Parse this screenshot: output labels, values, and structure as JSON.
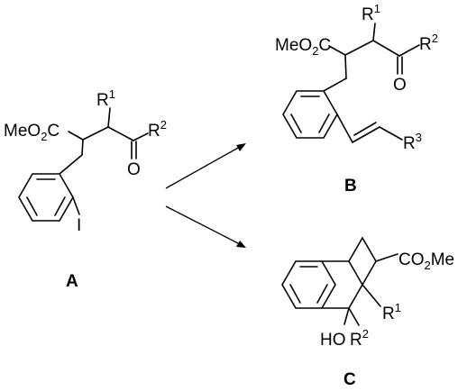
{
  "compounds": {
    "A": {
      "id": "A",
      "ester": "MeO",
      "ester_sub": "2",
      "ester_tail": "C",
      "r1": "R",
      "r1_sup": "1",
      "r2": "R",
      "r2_sup": "2",
      "oxygen": "O",
      "iodine": "I"
    },
    "B": {
      "id": "B",
      "ester": "MeO",
      "ester_sub": "2",
      "ester_tail": "C",
      "r1": "R",
      "r1_sup": "1",
      "r2": "R",
      "r2_sup": "2",
      "oxygen": "O",
      "r3": "R",
      "r3_sup": "3"
    },
    "C": {
      "id": "C",
      "ester": "CO",
      "ester_sub": "2",
      "ester_tail": "Me",
      "r1": "R",
      "r1_sup": "1",
      "r2": "R",
      "r2_sup": "2",
      "hydroxyl": "HO"
    }
  }
}
